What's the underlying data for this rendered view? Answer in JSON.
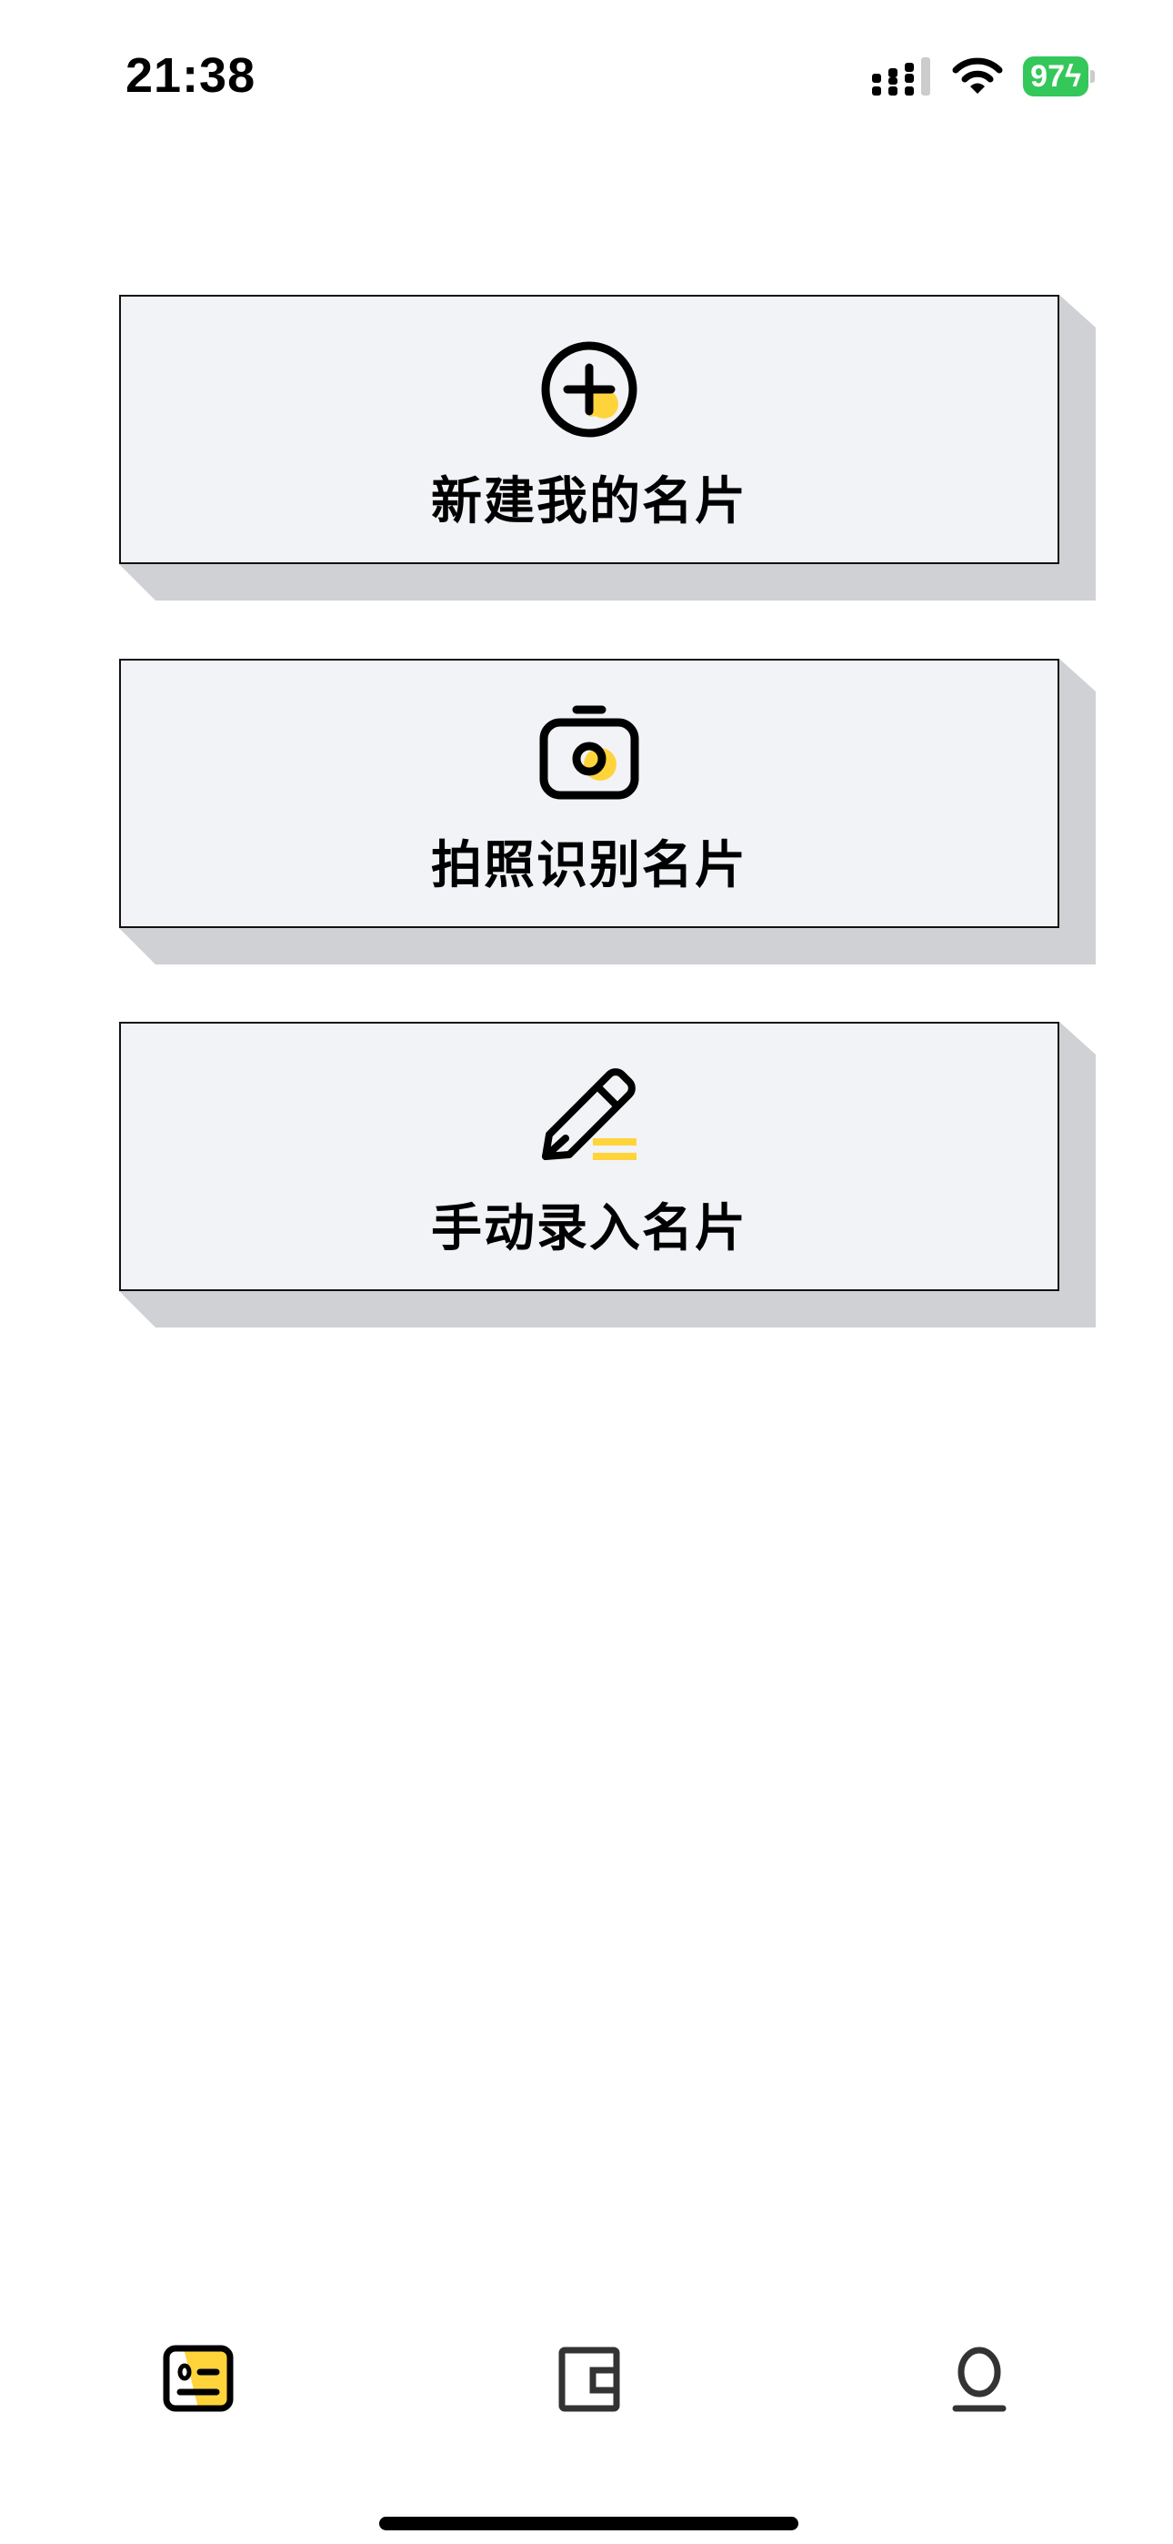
{
  "status_bar": {
    "time": "21:38",
    "battery": "97"
  },
  "actions": [
    {
      "label": "新建我的名片",
      "icon": "plus-circle-icon"
    },
    {
      "label": "拍照识别名片",
      "icon": "camera-icon"
    },
    {
      "label": "手动录入名片",
      "icon": "pen-icon"
    }
  ],
  "tab_bar": {
    "items": [
      {
        "icon": "business-card-icon",
        "active": true
      },
      {
        "icon": "wallet-icon",
        "active": false
      },
      {
        "icon": "profile-icon",
        "active": false
      }
    ]
  },
  "colors": {
    "accent": "#ffd43b",
    "card_bg": "#f2f3f7",
    "shadow": "#d0d1d5",
    "battery": "#34c759"
  }
}
